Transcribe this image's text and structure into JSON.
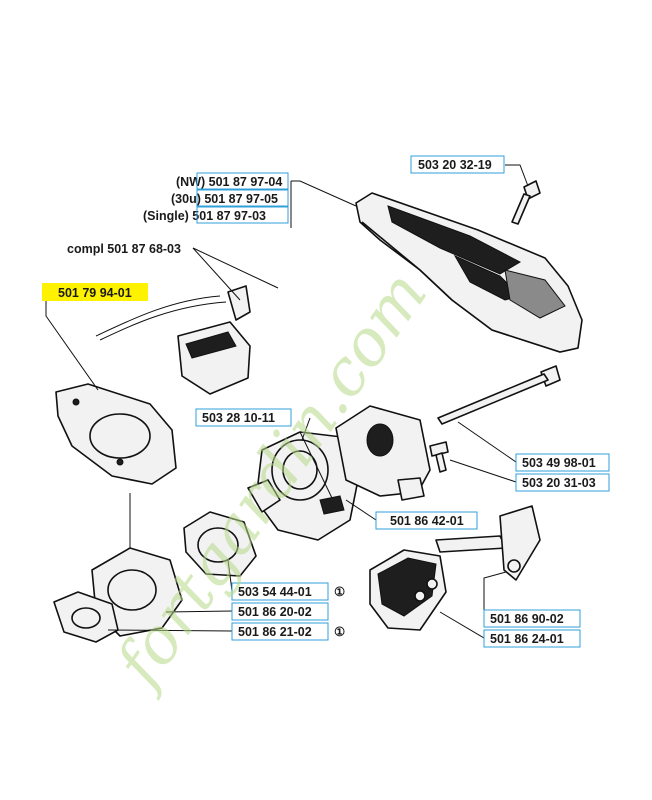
{
  "labels": {
    "cover_nw": "(NW) 501 87 97-04",
    "cover_30u": "(30u) 501 87 97-05",
    "cover_single": "(Single) 501 87 97-03",
    "screw_top": "503 20 32-19",
    "compl": "compl 501 87 68-03",
    "highlighted": "501 79 94-01",
    "carb": "503 28 10-11",
    "bolt": "503 49 98-01",
    "screw_small": "503 20 31-03",
    "holder": "501 86 42-01",
    "gasket_a": "503 54 44-01",
    "gasket_b": "501 86 20-02",
    "gasket_c": "501 86 21-02",
    "lever": "501 86 90-02",
    "filter": "501 86 24-01"
  },
  "circled_marks": {
    "gasket_a": "①",
    "gasket_c": "①"
  },
  "watermark": "fortgardin.com",
  "colors": {
    "highlight": "#fff200",
    "label_box": "#2f9fd8",
    "watermark": "#b7d98a"
  }
}
